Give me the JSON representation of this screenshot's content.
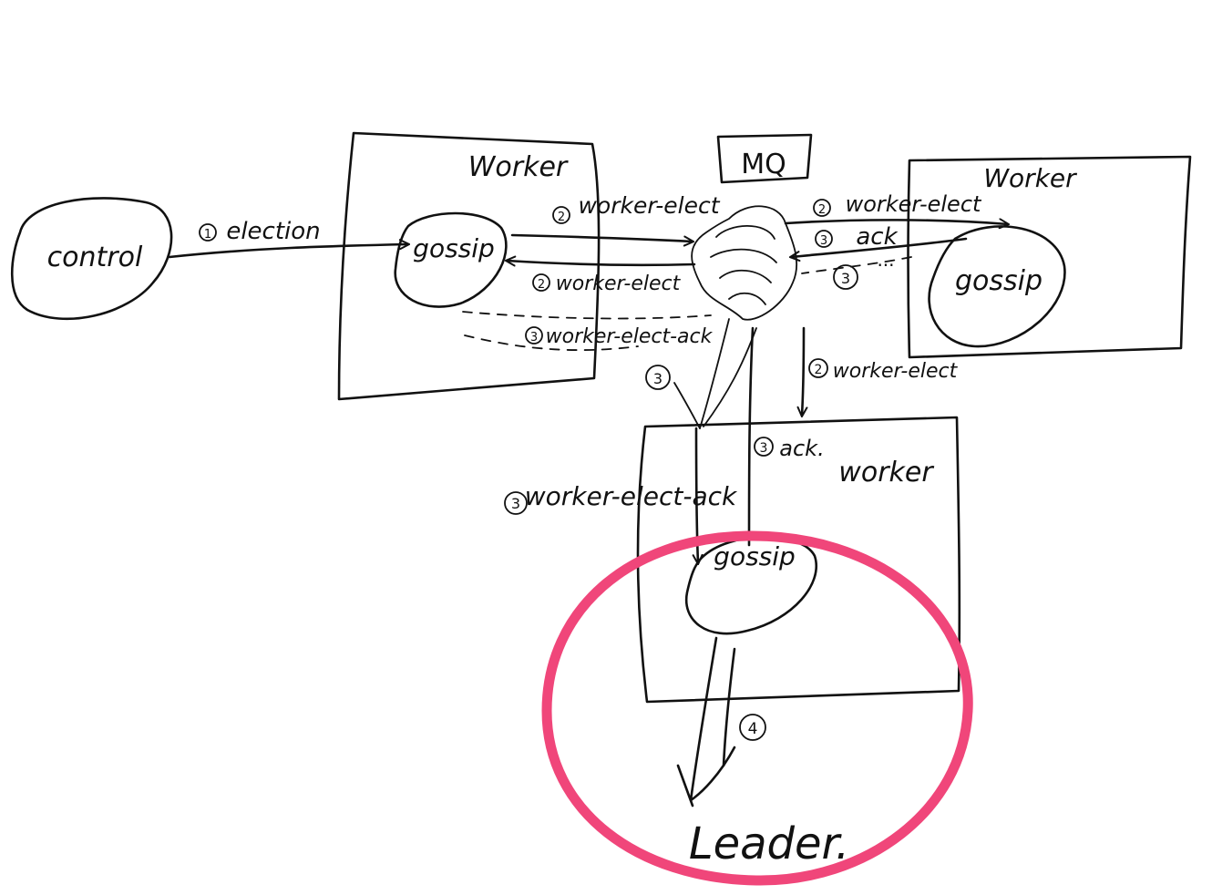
{
  "nodes": {
    "control": "control",
    "worker_left": {
      "title": "Worker",
      "inner": "gossip"
    },
    "worker_right": {
      "title": "Worker",
      "inner": "gossip"
    },
    "worker_bottom": {
      "title": "worker",
      "inner": "gossip"
    },
    "mq": "MQ",
    "leader": "Leader."
  },
  "edges": {
    "election": {
      "step": "1",
      "label": "election"
    },
    "left_to_mq": {
      "step": "2",
      "label": "worker-elect"
    },
    "mq_to_left": {
      "step": "2",
      "label": "worker-elect"
    },
    "left_ack": {
      "step": "3",
      "label": "worker-elect-ack"
    },
    "mq_to_right": {
      "step": "2",
      "label": "worker-elect"
    },
    "right_ack": {
      "step": "3",
      "label": "ack"
    },
    "right_ack_dots": {
      "step": "3",
      "label": "..."
    },
    "mq_to_bottom": {
      "step": "2",
      "label": "worker-elect"
    },
    "bottom_ack": {
      "step": "3",
      "label": "ack."
    },
    "bottom_elect_ack": {
      "step": "3",
      "label": "worker-elect-ack"
    },
    "mid_step": {
      "step": "3"
    },
    "to_leader": {
      "step": "4"
    }
  },
  "colors": {
    "ink": "#111111",
    "highlight": "#f0467a",
    "background": "#ffffff"
  }
}
